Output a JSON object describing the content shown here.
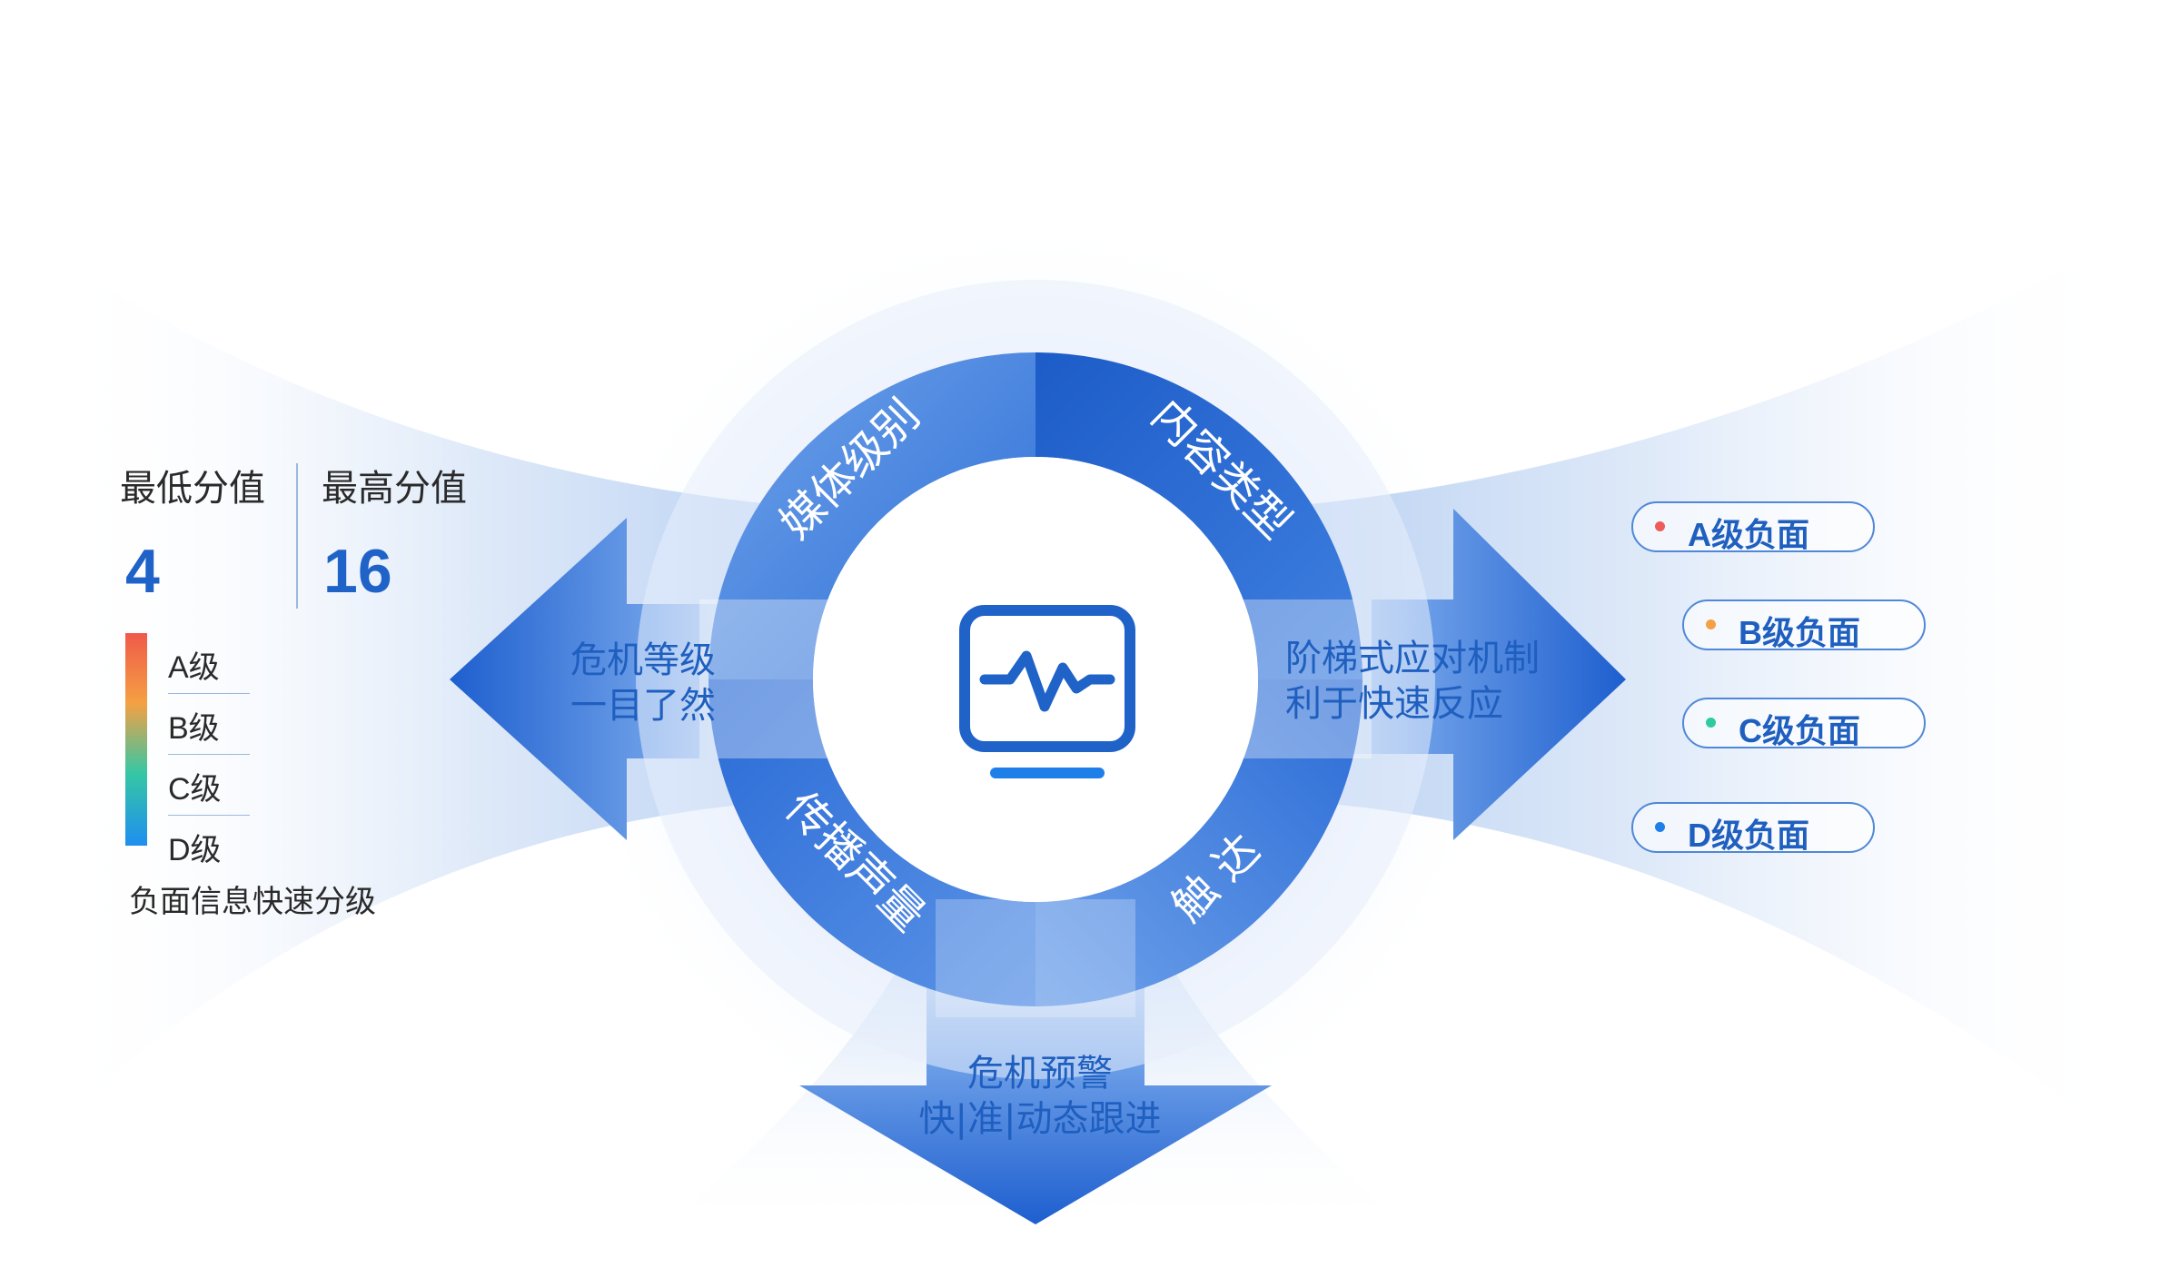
{
  "ring": {
    "segments": [
      "媒体级别",
      "内容类型",
      "传播声量",
      "触 达"
    ]
  },
  "arrows": {
    "left_line1": "危机等级",
    "left_line2": "一目了然",
    "right_line1": "阶梯式应对机制",
    "right_line2": "利于快速反应",
    "bottom_line1": "危机预警",
    "bottom_line2": "快|准|动态跟进"
  },
  "center": {
    "icon": "monitor-pulse-icon"
  },
  "stats": {
    "min_label": "最低分值",
    "min_value": "4",
    "max_label": "最高分值",
    "max_value": "16",
    "grades": [
      "A级",
      "B级",
      "C级",
      "D级"
    ],
    "caption": "负面信息快速分级"
  },
  "levels": [
    {
      "label": "A级负面",
      "color": "#ef5a5a"
    },
    {
      "label": "B级负面",
      "color": "#f5a043"
    },
    {
      "label": "C级负面",
      "color": "#2fcba0"
    },
    {
      "label": "D级负面",
      "color": "#1f7fe8"
    }
  ],
  "colors": {
    "primary": "#1f63c8",
    "ring_dark": "#1d5fcb",
    "ring_light": "#4f8fe6"
  }
}
